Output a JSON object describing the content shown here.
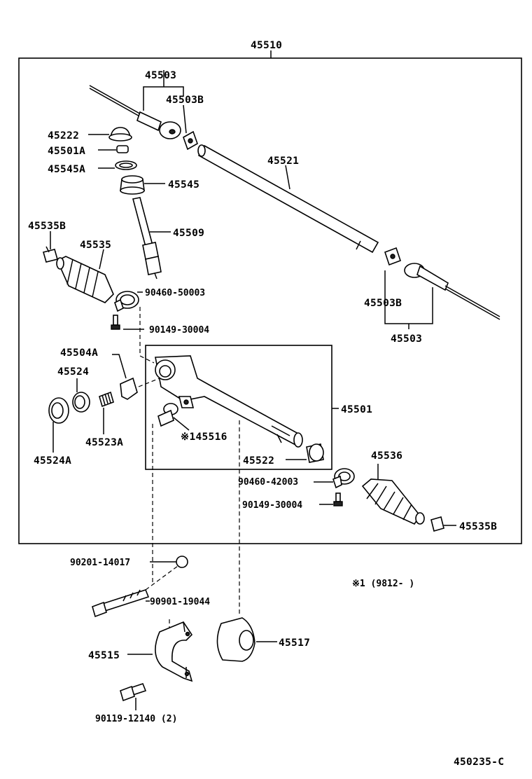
{
  "labels": {
    "assy": "45510",
    "tie_end_upper": "45503",
    "tie_end_upper_b": "45503B",
    "p45222": "45222",
    "p45501a": "45501A",
    "p45545a": "45545A",
    "p45545": "45545",
    "p45521": "45521",
    "p45509": "45509",
    "p45535b_left": "45535B",
    "p45535": "45535",
    "clamp_upper": "90460-50003",
    "screw_upper": "90149-30004",
    "tie_end_lower_b": "45503B",
    "tie_end_lower": "45503",
    "p45504a": "45504A",
    "p45524": "45524",
    "p45523a": "45523A",
    "p45524a": "45524A",
    "p45516": "※145516",
    "p45501": "45501",
    "p45522": "45522",
    "p45536": "45536",
    "clamp_lower": "90460-42003",
    "screw_lower": "90149-30004",
    "p45535b_right": "45535B",
    "plug": "90201-14017",
    "bolt": "90901-19044",
    "note": "※1 (9812-      )",
    "p45515": "45515",
    "p45517": "45517",
    "bolt_small": "90119-12140 (2)",
    "ref_code": "450235-C"
  }
}
